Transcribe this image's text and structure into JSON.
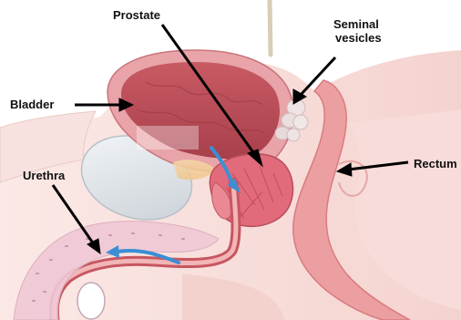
{
  "labels": {
    "prostate": "Prostate",
    "seminal_line1": "Seminal",
    "seminal_line2": "vesicles",
    "bladder": "Bladder",
    "rectum": "Rectum",
    "urethra": "Urethra"
  },
  "colors": {
    "skin": "#f6dcd8",
    "tissue": "#f2c6c2",
    "bladder_wall": "#e49aa0",
    "bladder_inner": "#b2444f",
    "prostate": "#e0707e",
    "pubic_bone": "#dde3e8",
    "rectum": "#e9a3a3",
    "flow_arrow": "#3a8fd6",
    "pointer": "#000000"
  }
}
